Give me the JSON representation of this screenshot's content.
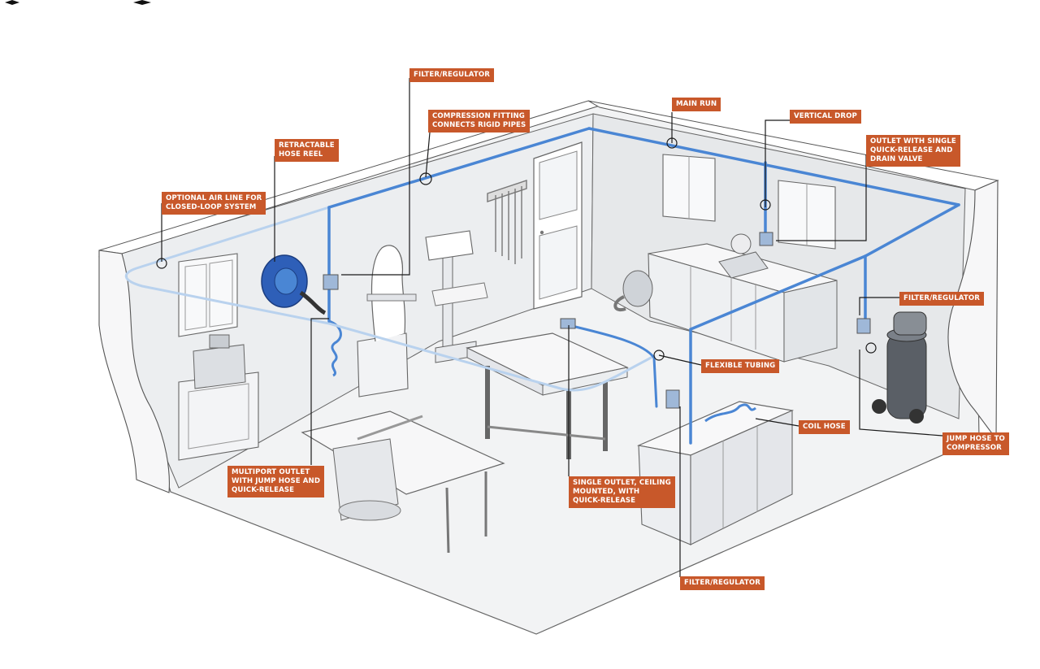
{
  "palette": {
    "label_bg": "#c8582a",
    "label_text": "#ffffff",
    "pipe": "#4a86d4",
    "pipe_light": "#b9d2ee",
    "leader": "#1a1a1a",
    "wall_line": "#555555"
  },
  "labels": {
    "filter_regulator_top": [
      "FILTER/REGULATOR"
    ],
    "compression_fitting": [
      "COMPRESSION FITTING",
      "CONNECTS RIGID PIPES"
    ],
    "main_run": [
      "MAIN RUN"
    ],
    "vertical_drop": [
      "VERTICAL DROP"
    ],
    "outlet_single_qr": [
      "OUTLET WITH SINGLE",
      "QUICK-RELEASE AND",
      "DRAIN VALVE"
    ],
    "retractable_reel": [
      "RETRACTABLE",
      "HOSE REEL"
    ],
    "optional_air_line": [
      "OPTIONAL AIR LINE FOR",
      "CLOSED-LOOP SYSTEM"
    ],
    "filter_regulator_right": [
      "FILTER/REGULATOR"
    ],
    "flexible_tubing": [
      "FLEXIBLE TUBING"
    ],
    "coil_hose": [
      "COIL HOSE"
    ],
    "jump_hose_compressor": [
      "JUMP HOSE TO",
      "COMPRESSOR"
    ],
    "multiport_outlet": [
      "MULTIPORT OUTLET",
      "WITH JUMP HOSE AND",
      "QUICK-RELEASE"
    ],
    "single_outlet_ceiling": [
      "SINGLE OUTLET, CEILING",
      "MOUNTED, WITH",
      "QUICK-RELEASE"
    ],
    "filter_regulator_bottom": [
      "FILTER/REGULATOR"
    ]
  },
  "icons": [
    "diamond-icon",
    "diamond-icon"
  ]
}
